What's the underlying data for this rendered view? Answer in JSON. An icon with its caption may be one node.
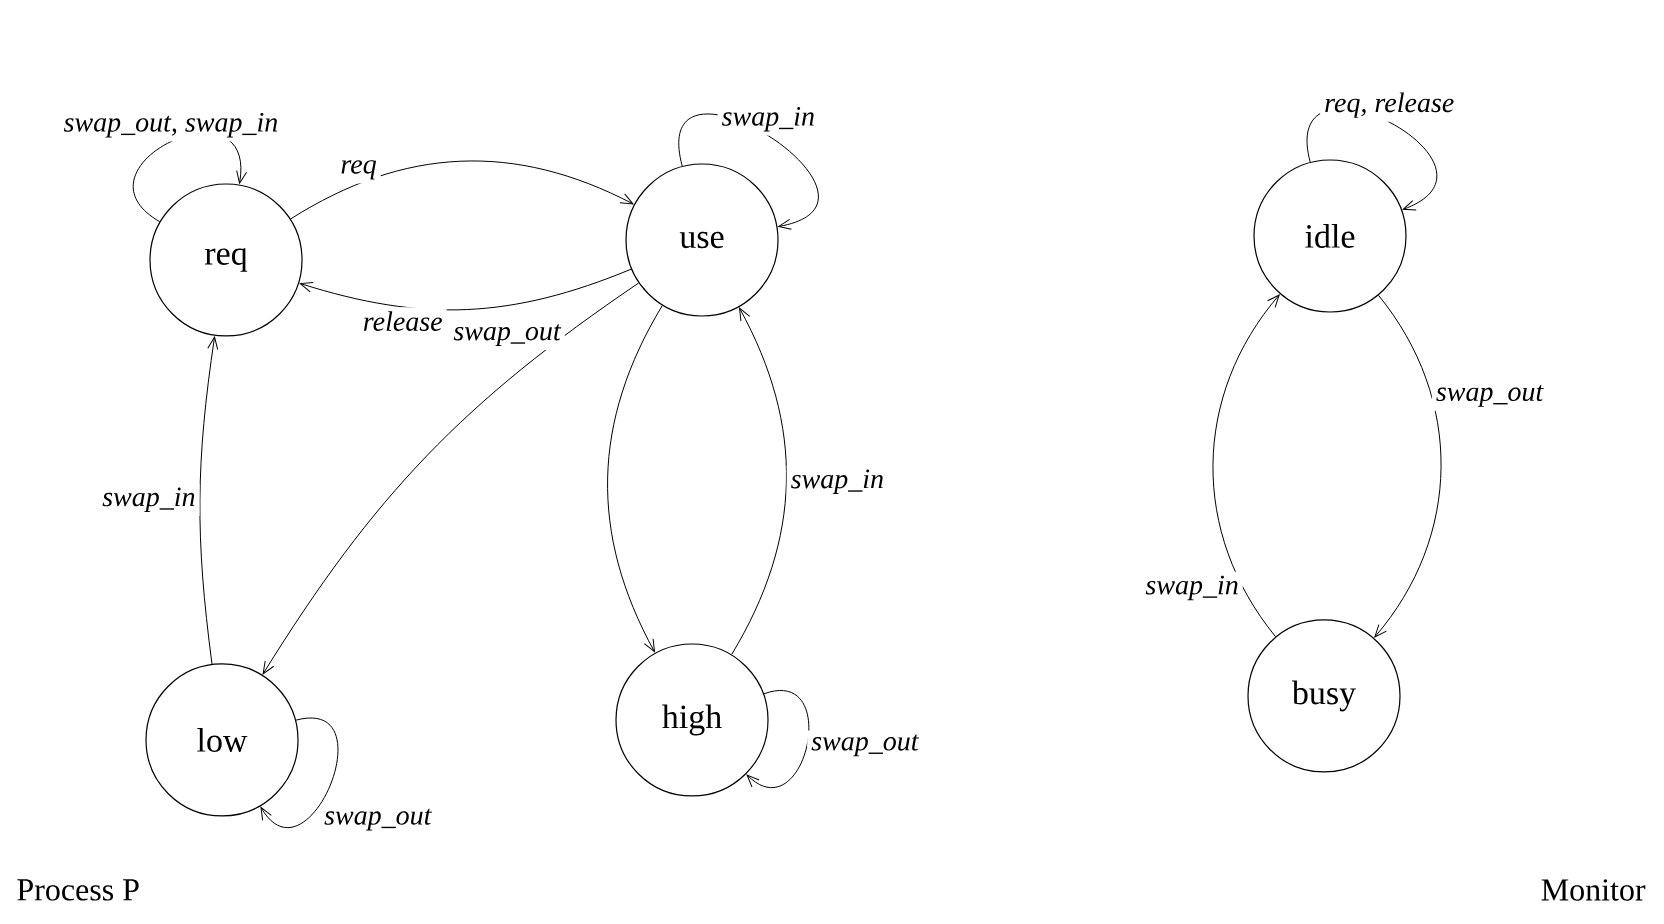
{
  "diagram": {
    "nodes": [
      {
        "text": [
          "req"
        ]
      },
      {
        "text": [
          "use"
        ]
      },
      {
        "text": [
          "low"
        ]
      },
      {
        "text": [
          "high"
        ]
      },
      {
        "text": [
          "idle"
        ]
      },
      {
        "text": [
          "busy"
        ]
      }
    ],
    "edges": [
      {
        "from": 0,
        "to": 0,
        "arrow": "to",
        "label": "swap_out, swap_in"
      },
      {
        "from": 0,
        "to": 1,
        "arrow": "to",
        "label": "req"
      },
      {
        "from": 1,
        "to": 0,
        "arrow": "to",
        "label": "release"
      },
      {
        "from": 1,
        "to": 1,
        "arrow": "to",
        "label": "swap_in"
      },
      {
        "from": 1,
        "to": 2,
        "arrow": "to",
        "label": "swap_out"
      },
      {
        "from": 1,
        "to": 3,
        "arrow": "to"
      },
      {
        "from": 3,
        "to": 1,
        "arrow": "to",
        "label": "swap_in"
      },
      {
        "from": 3,
        "to": 3,
        "arrow": "to",
        "label": "swap_out"
      },
      {
        "from": 2,
        "to": 0,
        "arrow": "to",
        "label": "swap_in"
      },
      {
        "from": 2,
        "to": 2,
        "arrow": "to",
        "label": "swap_out"
      },
      {
        "from": 4,
        "to": 4,
        "arrow": "to",
        "label": "req, release"
      },
      {
        "from": 4,
        "to": 5,
        "arrow": "to",
        "label": "swap_out"
      },
      {
        "from": 5,
        "to": 4,
        "arrow": "to",
        "label": "swap_in"
      }
    ],
    "labels": [
      "Process P",
      "Monitor"
    ]
  }
}
